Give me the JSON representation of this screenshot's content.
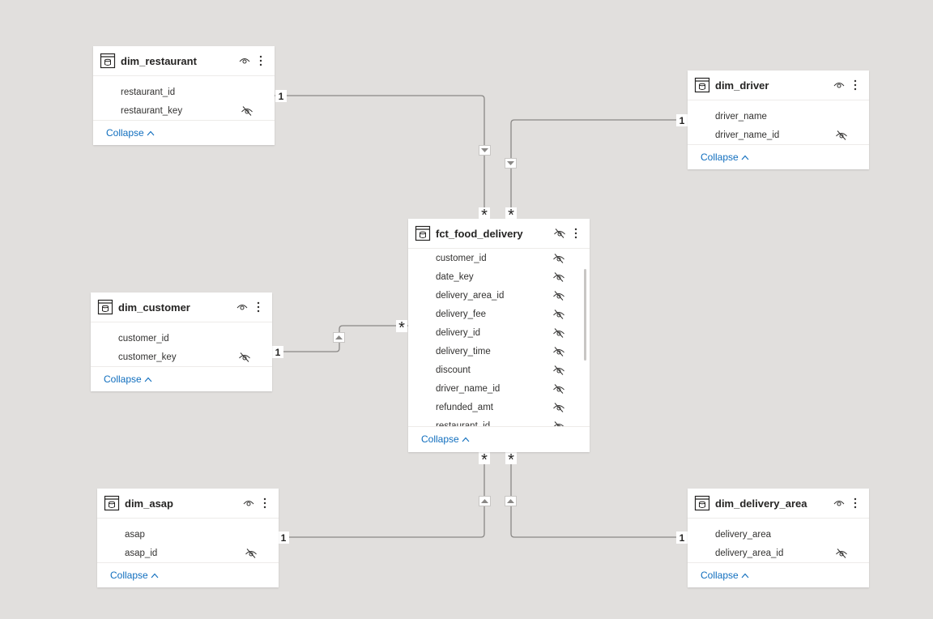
{
  "colors": {
    "canvas": "#e1dfdd",
    "card": "#ffffff",
    "line": "#8a8886",
    "link": "#106ebe",
    "text": "#252423"
  },
  "collapse_label": "Collapse",
  "icons": {
    "table": "table-icon",
    "visible": "eye-icon",
    "hidden": "eye-hidden-icon",
    "more": "more-vertical-icon",
    "collapse": "chevron-up-icon",
    "filter_direction": "triangle-icon"
  },
  "tables": {
    "dim_restaurant": {
      "title": "dim_restaurant",
      "fields": [
        {
          "name": "restaurant_id",
          "hidden": false
        },
        {
          "name": "restaurant_key",
          "hidden": true
        }
      ]
    },
    "dim_driver": {
      "title": "dim_driver",
      "fields": [
        {
          "name": "driver_name",
          "hidden": false
        },
        {
          "name": "driver_name_id",
          "hidden": true
        }
      ]
    },
    "dim_customer": {
      "title": "dim_customer",
      "fields": [
        {
          "name": "customer_id",
          "hidden": false
        },
        {
          "name": "customer_key",
          "hidden": true
        }
      ]
    },
    "fct_food_delivery": {
      "title": "fct_food_delivery",
      "fields": [
        {
          "name": "customer_id",
          "hidden": true
        },
        {
          "name": "date_key",
          "hidden": true
        },
        {
          "name": "delivery_area_id",
          "hidden": true
        },
        {
          "name": "delivery_fee",
          "hidden": true
        },
        {
          "name": "delivery_id",
          "hidden": true
        },
        {
          "name": "delivery_time",
          "hidden": true
        },
        {
          "name": "discount",
          "hidden": true
        },
        {
          "name": "driver_name_id",
          "hidden": true
        },
        {
          "name": "refunded_amt",
          "hidden": true
        },
        {
          "name": "restaurant_id",
          "hidden": true
        }
      ]
    },
    "dim_asap": {
      "title": "dim_asap",
      "fields": [
        {
          "name": "asap",
          "hidden": false
        },
        {
          "name": "asap_id",
          "hidden": true
        }
      ]
    },
    "dim_delivery_area": {
      "title": "dim_delivery_area",
      "fields": [
        {
          "name": "delivery_area",
          "hidden": false
        },
        {
          "name": "delivery_area_id",
          "hidden": true
        }
      ]
    }
  },
  "relationships": [
    {
      "from": "dim_restaurant",
      "to": "fct_food_delivery",
      "one": "1",
      "many": "*"
    },
    {
      "from": "dim_driver",
      "to": "fct_food_delivery",
      "one": "1",
      "many": "*"
    },
    {
      "from": "dim_customer",
      "to": "fct_food_delivery",
      "one": "1",
      "many": "*"
    },
    {
      "from": "dim_asap",
      "to": "fct_food_delivery",
      "one": "1",
      "many": "*"
    },
    {
      "from": "dim_delivery_area",
      "to": "fct_food_delivery",
      "one": "1",
      "many": "*"
    }
  ]
}
